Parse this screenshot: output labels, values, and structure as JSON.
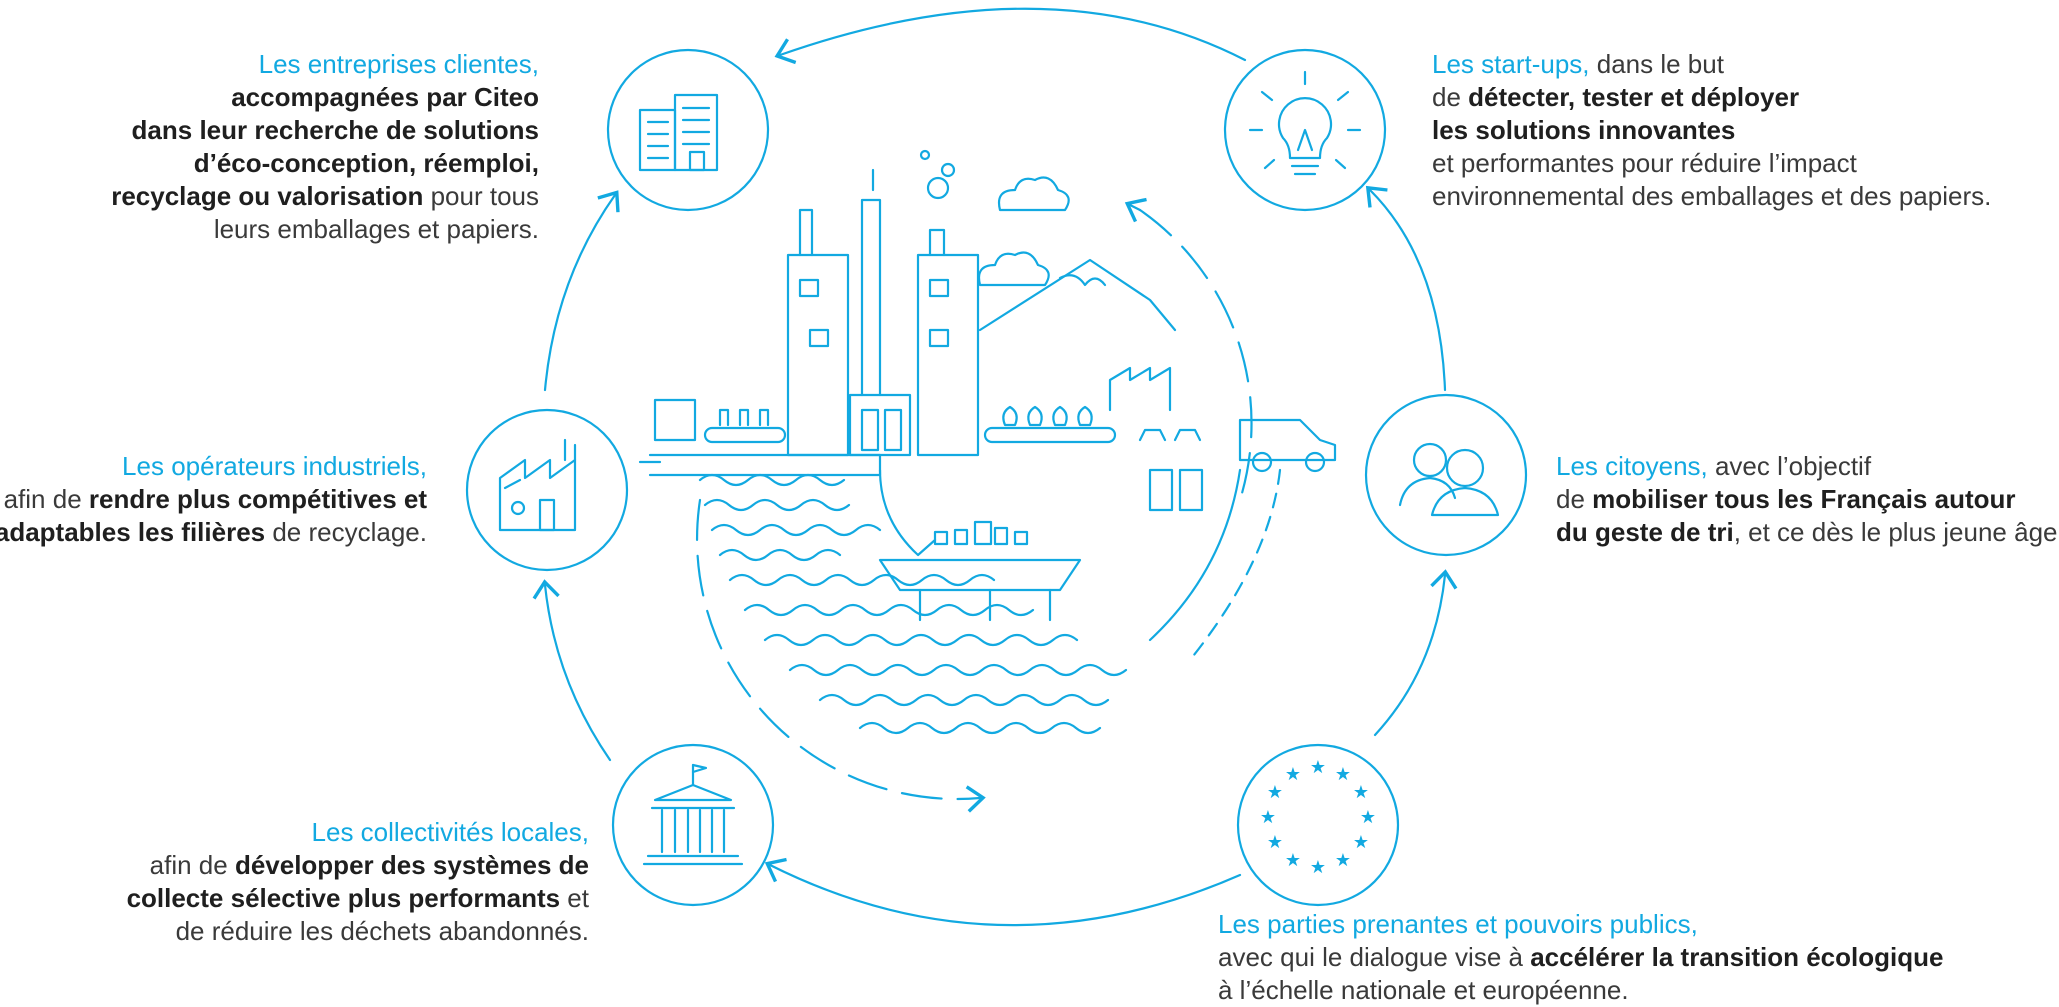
{
  "colors": {
    "accent": "#12a9e1",
    "text": "#3a3a3a",
    "strong": "#1f1f1f"
  },
  "nodes": {
    "entreprises": {
      "icon": "office-building-icon",
      "heading": "Les entreprises clientes,",
      "line1": "accompagnées par Citeo",
      "line2": "dans leur recherche de solutions",
      "line3": "d’éco-conception, réemploi,",
      "line4_strong": "recyclage ou valorisation",
      "line4_rest": " pour tous",
      "line5": "leurs emballages et papiers."
    },
    "startups": {
      "icon": "lightbulb-icon",
      "heading": "Les start-ups,",
      "heading_rest": " dans le but",
      "line1_pre": "de ",
      "line1_strong": "détecter, tester et déployer",
      "line2_strong": "les solutions innovantes",
      "line3": "et performantes pour réduire l’impact",
      "line4": "environnemental des emballages et des papiers."
    },
    "operateurs": {
      "icon": "factory-icon",
      "heading": "Les opérateurs industriels,",
      "line1_pre": "afin de ",
      "line1_strong": "rendre plus compétitives et",
      "line2_strong": "adaptables les filières",
      "line2_rest": " de recyclage."
    },
    "citoyens": {
      "icon": "people-icon",
      "heading": "Les citoyens,",
      "heading_rest": " avec l’objectif",
      "line1_pre": "de ",
      "line1_strong": "mobiliser tous les Français autour",
      "line2_strong": "du geste de tri",
      "line2_rest": ", et ce dès le plus jeune âge."
    },
    "collectivites": {
      "icon": "town-hall-icon",
      "heading": "Les collectivités locales,",
      "line1_pre": "afin de ",
      "line1_strong": "développer des systèmes de",
      "line2_strong": "collecte sélective plus performants",
      "line2_rest": " et",
      "line3": "de réduire les déchets abandonnés."
    },
    "parties": {
      "icon": "eu-stars-icon",
      "heading": "Les parties prenantes et pouvoirs publics,",
      "line1_pre": "avec qui le dialogue vise à ",
      "line1_strong": "accélérer la transition écologique",
      "line2": "à l’échelle nationale et européenne."
    }
  },
  "center_illustration": "recycling-ecosystem-illustration"
}
